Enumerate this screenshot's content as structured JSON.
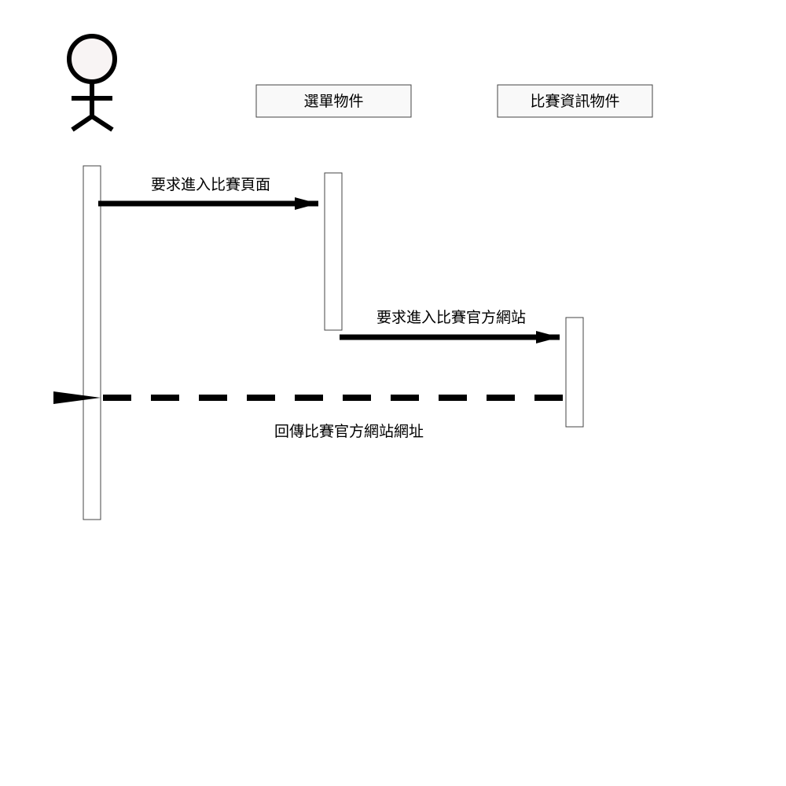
{
  "actor": {
    "icon": "stick-figure-icon",
    "head_fill": "#f8f4f4"
  },
  "objects": [
    {
      "label": "選單物件"
    },
    {
      "label": "比賽資訊物件"
    }
  ],
  "messages": [
    {
      "label": "要求進入比賽頁面",
      "style": "solid"
    },
    {
      "label": "要求進入比賽官方網站",
      "style": "solid"
    },
    {
      "label": "回傳比賽官方網站網址",
      "style": "dashed"
    }
  ],
  "colors": {
    "line": "#000000",
    "box_fill": "#f9f9f9",
    "box_stroke": "#444444"
  }
}
